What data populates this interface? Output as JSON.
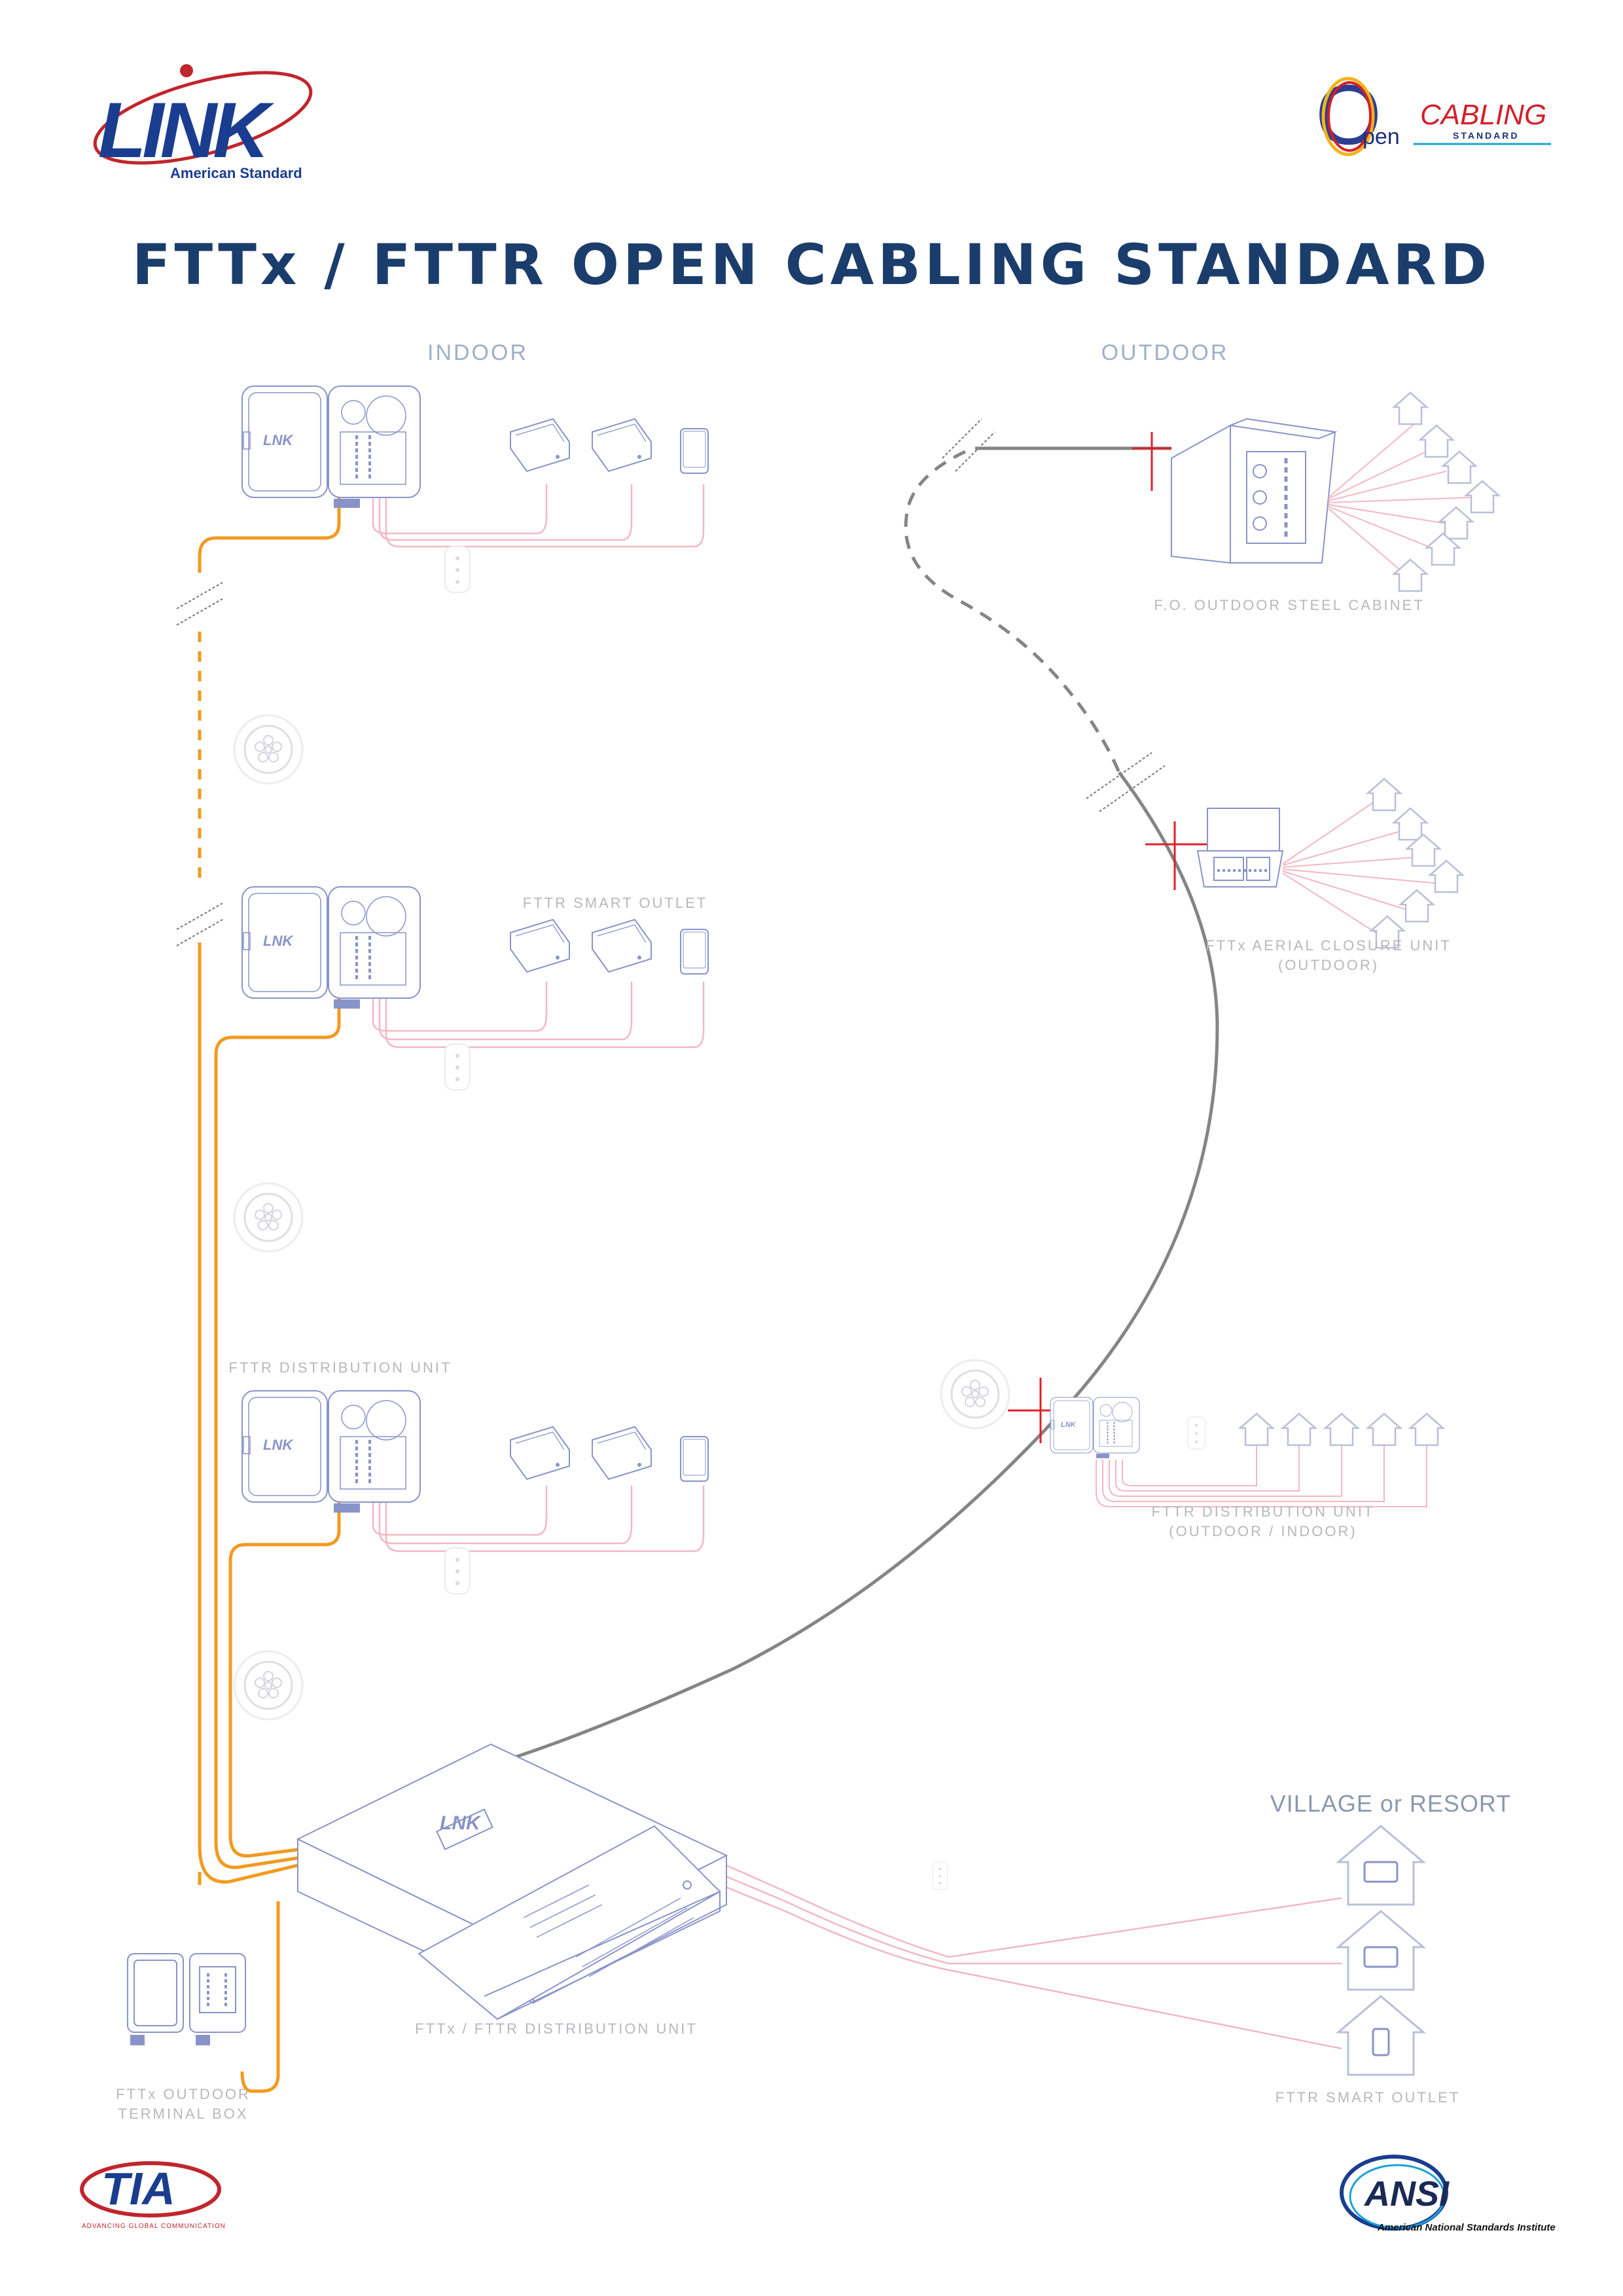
{
  "header": {
    "title": "FTTx / FTTR  OPEN  CABLING  STANDARD",
    "link_logo": {
      "text": "LINK",
      "sub": "American Standard"
    },
    "open_cabling_logo": {
      "text_o": "O",
      "text_pen": "pen",
      "text_cabling": "CABLING",
      "text_standard": "STANDARD"
    }
  },
  "sections": {
    "indoor": "INDOOR",
    "outdoor": "OUTDOOR",
    "village": "VILLAGE or RESORT"
  },
  "labels": {
    "fttr_smart_outlet_top": "FTTR SMART OUTLET",
    "fttr_distribution_unit": "FTTR  DISTRIBUTION  UNIT",
    "fo_outdoor_cabinet": "F.O.  OUTDOOR  STEEL  CABINET",
    "fttx_aerial_line1": "FTTx  AERIAL  CLOSURE  UNIT",
    "fttx_aerial_line2": "(OUTDOOR)",
    "fttr_dist_outdoor_line1": "FTTR  DISTRIBUTION  UNIT",
    "fttr_dist_outdoor_line2": "(OUTDOOR / INDOOR)",
    "fttx_fttr_dist_unit": "FTTx / FTTR   DISTRIBUTION UNIT",
    "fttx_terminal_line1": "FTTx  OUTDOOR",
    "fttx_terminal_line2": "TERMINAL  BOX",
    "fttr_smart_outlet_bottom": "FTTR  SMART  OUTLET"
  },
  "footer": {
    "tia_logo": {
      "text": "TIA",
      "sub": "ADVANCING GLOBAL COMMUNICATIONS"
    },
    "ansi_logo": {
      "text": "ANSI",
      "sub": "American National Standards Institute"
    }
  },
  "colors": {
    "title": "#1a3d6b",
    "orange_cable": "#f29a1f",
    "pink_cable": "#f2b8c3",
    "grey_cable": "#858585",
    "device_outline": "#8a93c8",
    "red_marker": "#e0202a"
  }
}
